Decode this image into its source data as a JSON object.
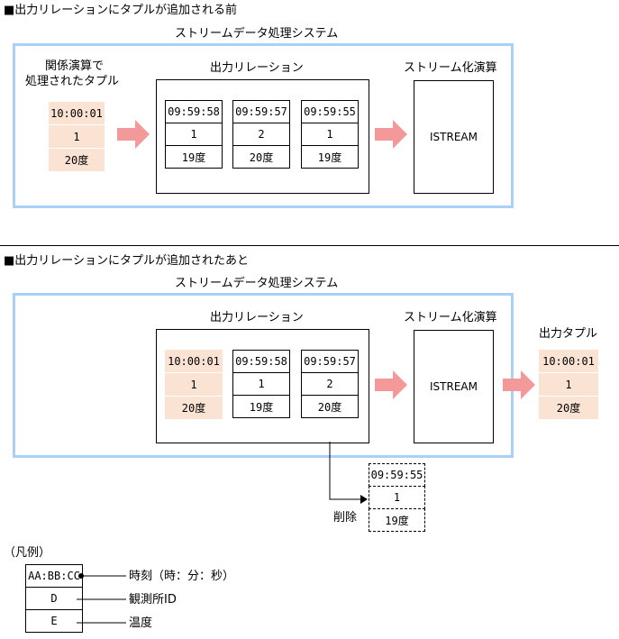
{
  "colors": {
    "system_border": "#a9d1f7",
    "arrow": "#f4999a",
    "highlight": "#fbe3d4"
  },
  "top": {
    "heading": "■出力リレーションにタプルが追加される前",
    "system_label": "ストリームデータ処理システム",
    "input_label_line1": "関係演算で",
    "input_label_line2": "処理されたタプル",
    "input_tuple": [
      "10:00:01",
      "1",
      "20度"
    ],
    "relation_label": "出力リレーション",
    "relation_tuples": [
      [
        "09:59:58",
        "1",
        "19度"
      ],
      [
        "09:59:57",
        "2",
        "20度"
      ],
      [
        "09:59:55",
        "1",
        "19度"
      ]
    ],
    "stream_op_label": "ストリーム化演算",
    "istream": "ISTREAM"
  },
  "bottom": {
    "heading": "■出力リレーションにタプルが追加されたあと",
    "system_label": "ストリームデータ処理システム",
    "relation_label": "出力リレーション",
    "relation_tuples": [
      [
        "10:00:01",
        "1",
        "20度"
      ],
      [
        "09:59:58",
        "1",
        "19度"
      ],
      [
        "09:59:57",
        "2",
        "20度"
      ]
    ],
    "stream_op_label": "ストリーム化演算",
    "istream": "ISTREAM",
    "output_label": "出力タプル",
    "output_tuple": [
      "10:00:01",
      "1",
      "20度"
    ],
    "deleted_label": "削除",
    "deleted_tuple": [
      "09:59:55",
      "1",
      "19度"
    ]
  },
  "legend": {
    "title": "（凡例）",
    "cells": [
      "AA:BB:CC",
      "D",
      "E"
    ],
    "labels": [
      "時刻（時：分：秒）",
      "観測所ID",
      "温度"
    ]
  }
}
